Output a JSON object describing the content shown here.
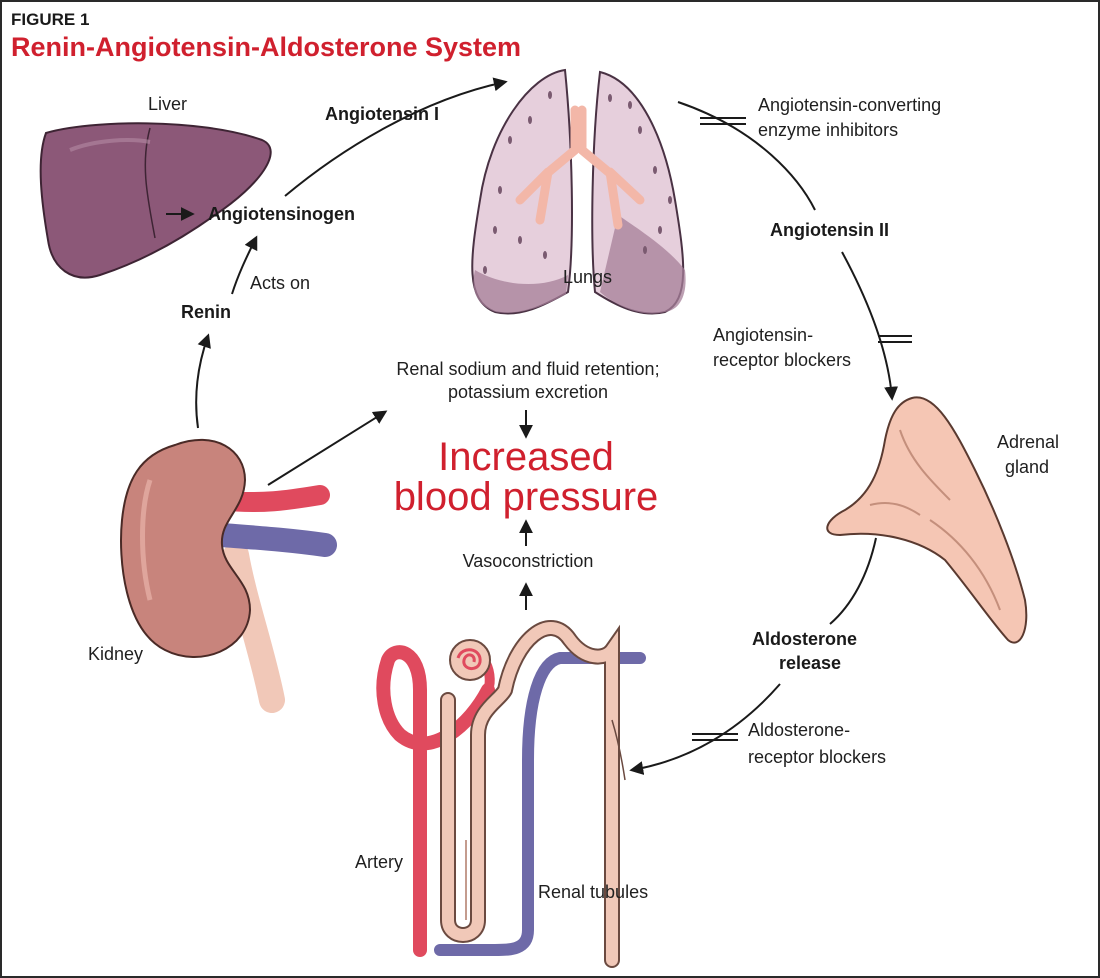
{
  "figure": {
    "label": "FIGURE 1",
    "title": "Renin-Angiotensin-Aldosterone System"
  },
  "colors": {
    "title": "#d0202e",
    "liver": "#8c5878",
    "lung": "#e6cfdc",
    "lung_dark": "#a57f98",
    "bronchi": "#f3b7a8",
    "kidney": "#c8847c",
    "adrenal": "#f5c6b4",
    "artery": "#e04a5e",
    "vein": "#6e6aa8",
    "tubule": "#f1c8b8"
  },
  "organs": {
    "liver": "Liver",
    "lungs": "Lungs",
    "kidney": "Kidney",
    "adrenal_line1": "Adrenal",
    "adrenal_line2": "gland",
    "artery": "Artery",
    "renal_tubules": "Renal tubules"
  },
  "steps": {
    "angiotensinogen": "Angiotensinogen",
    "acts_on": "Acts on",
    "renin": "Renin",
    "angiotensin_i": "Angiotensin I",
    "angiotensin_ii": "Angiotensin II",
    "aldosterone_line1": "Aldosterone",
    "aldosterone_line2": "release",
    "vasoconstriction": "Vasoconstriction",
    "retention_line1": "Renal sodium and fluid retention;",
    "retention_line2": "potassium excretion"
  },
  "outcome": {
    "line1": "Increased",
    "line2": "blood pressure"
  },
  "inhibitors": {
    "ace_line1": "Angiotensin-converting",
    "ace_line2": "enzyme inhibitors",
    "arb_line1": "Angiotensin-",
    "arb_line2": "receptor blockers",
    "aldo_line1": "Aldosterone-",
    "aldo_line2": "receptor blockers"
  }
}
